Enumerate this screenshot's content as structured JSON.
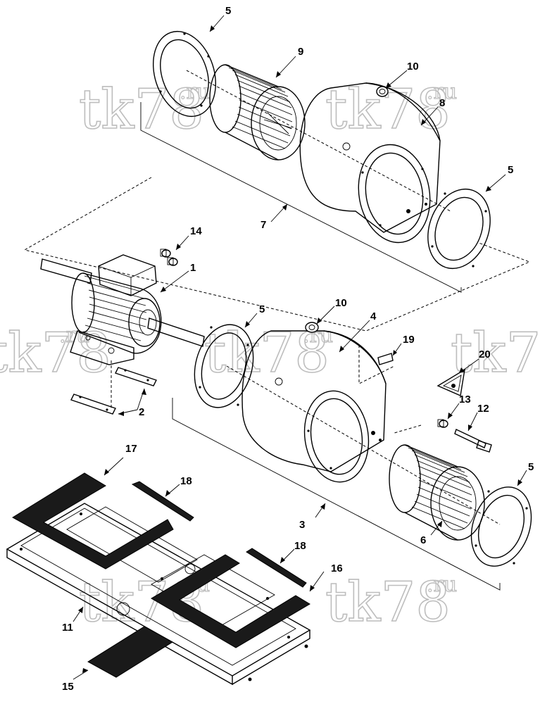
{
  "watermark": {
    "main": "tk78",
    "suffix": ".ru"
  },
  "callouts": [
    "5",
    "9",
    "10",
    "8",
    "5",
    "7",
    "14",
    "1",
    "10",
    "5",
    "4",
    "19",
    "20",
    "13",
    "12",
    "2",
    "17",
    "18",
    "18",
    "16",
    "3",
    "5",
    "6",
    "11",
    "15"
  ],
  "colors": {
    "line": "#000000",
    "watermark": "#bdbdbd",
    "gasket": "#1a1a1a"
  }
}
